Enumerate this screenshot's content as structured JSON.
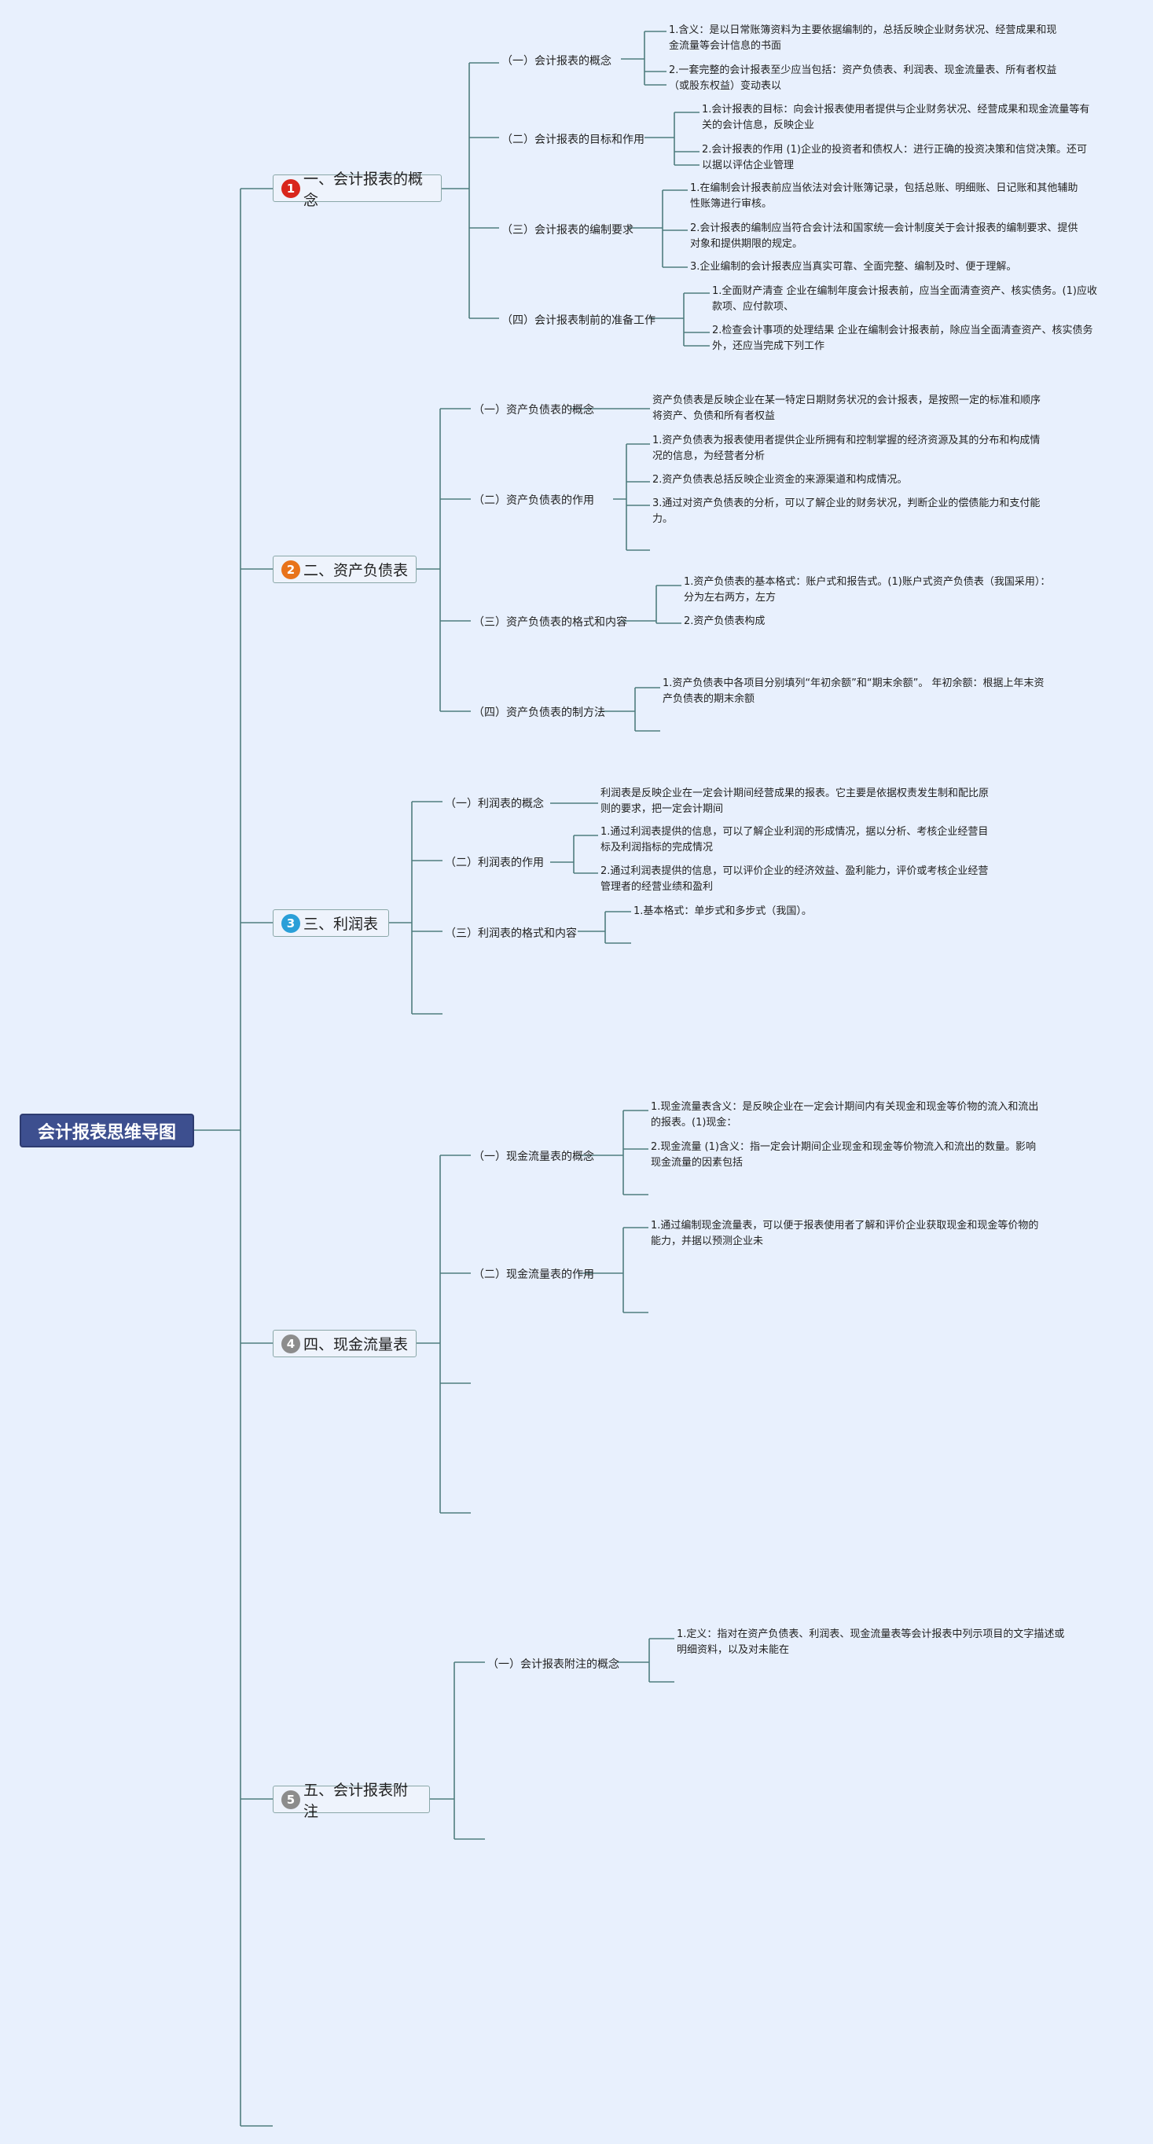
{
  "title": "会计报表思维导图",
  "colors": {
    "root_bg": "#3d4f8f",
    "line": "#4f7d7e",
    "badge1": "#d9261c",
    "badge2": "#e8731a",
    "badge3": "#2a9fd8",
    "badge4": "#8c8c8c",
    "badge5": "#8c8c8c"
  },
  "branches": [
    {
      "num": "1",
      "label": "一、会计报表的概念",
      "subs": [
        {
          "label": "（一）会计报表的概念",
          "leaves": [
            "1.含义：是以日常账簿资料为主要依据编制的，总括反映企业财务状况、经营成果和现金流量等会计信息的书面",
            "2.一套完整的会计报表至少应当包括：资产负债表、利润表、现金流量表、所有者权益（或股东权益）变动表以"
          ]
        },
        {
          "label": "（二）会计报表的目标和作用",
          "leaves": [
            "1.会计报表的目标：向会计报表使用者提供与企业财务状况、经营成果和现金流量等有关的会计信息，反映企业",
            "2.会计报表的作用 (1)企业的投资者和债权人：进行正确的投资决策和信贷决策。还可以据以评估企业管理"
          ]
        },
        {
          "label": "（三）会计报表的编制要求",
          "leaves": [
            "1.在编制会计报表前应当依法对会计账簿记录，包括总账、明细账、日记账和其他辅助性账簿进行审核。",
            "2.会计报表的编制应当符合会计法和国家统一会计制度关于会计报表的编制要求、提供对象和提供期限的规定。",
            "3.企业编制的会计报表应当真实可靠、全面完整、编制及时、便于理解。"
          ]
        },
        {
          "label": "（四）会计报表制前的准备工作",
          "leaves": [
            "1.全面财产清查 企业在编制年度会计报表前，应当全面清查资产、核实债务。(1)应收款项、应付款项、",
            "2.检查会计事项的处理结果 企业在编制会计报表前，除应当全面清查资产、核实债务外，还应当完成下列工作"
          ]
        }
      ]
    },
    {
      "num": "2",
      "label": "二、资产负债表",
      "subs": [
        {
          "label": "（一）资产负债表的概念",
          "leaves": [
            "资产负债表是反映企业在某一特定日期财务状况的会计报表，是按照一定的标准和顺序将资产、负债和所有者权益"
          ]
        },
        {
          "label": "（二）资产负债表的作用",
          "leaves": [
            "1.资产负债表为报表使用者提供企业所拥有和控制掌握的经济资源及其的分布和构成情况的信息，为经营者分析",
            "2.资产负债表总括反映企业资金的来源渠道和构成情况。",
            "3.通过对资产负债表的分析，可以了解企业的财务状况，判断企业的偿债能力和支付能力。"
          ]
        },
        {
          "label": "（三）资产负债表的格式和内容",
          "leaves": [
            "1.资产负债表的基本格式：账户式和报告式。(1)账户式资产负债表（我国采用）：分为左右两方，左方",
            "2.资产负债表构成"
          ]
        },
        {
          "label": "（四）资产负债表的制方法",
          "leaves": [
            "1.资产负债表中各项目分别填列“年初余额”和“期末余额”。 年初余额：根据上年末资产负债表的期末余额"
          ]
        }
      ]
    },
    {
      "num": "3",
      "label": "三、利润表",
      "subs": [
        {
          "label": "（一）利润表的概念",
          "leaves": [
            "利润表是反映企业在一定会计期间经营成果的报表。它主要是依据权责发生制和配比原则的要求，把一定会计期间"
          ]
        },
        {
          "label": "（二）利润表的作用",
          "leaves": [
            "1.通过利润表提供的信息，可以了解企业利润的形成情况，据以分析、考核企业经营目标及利润指标的完成情况",
            "2.通过利润表提供的信息，可以评价企业的经济效益、盈利能力，评价或考核企业经营管理者的经营业绩和盈利"
          ]
        },
        {
          "label": "（三）利润表的格式和内容",
          "leaves": [
            "1.基本格式：单步式和多步式（我国）。"
          ]
        }
      ]
    },
    {
      "num": "4",
      "label": "四、现金流量表",
      "subs": [
        {
          "label": "（一）现金流量表的概念",
          "leaves": [
            "1.现金流量表含义：是反映企业在一定会计期间内有关现金和现金等价物的流入和流出的报表。(1)现金：",
            "2.现金流量 (1)含义：指一定会计期间企业现金和现金等价物流入和流出的数量。影响现金流量的因素包括"
          ]
        },
        {
          "label": "（二）现金流量表的作用",
          "leaves": [
            "1.通过编制现金流量表，可以便于报表使用者了解和评价企业获取现金和现金等价物的能力，并据以预测企业未"
          ]
        }
      ]
    },
    {
      "num": "5",
      "label": "五、会计报表附注",
      "subs": [
        {
          "label": "（一）会计报表附注的概念",
          "leaves": [
            "1.定义：指对在资产负债表、利润表、现金流量表等会计报表中列示项目的文字描述或明细资料，以及对未能在"
          ]
        }
      ]
    }
  ]
}
